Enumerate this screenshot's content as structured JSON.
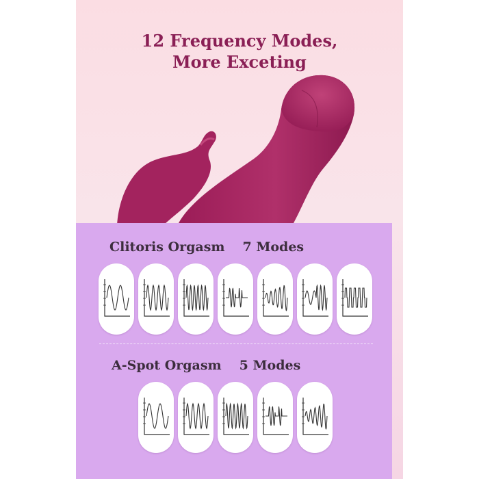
{
  "headline": {
    "line1": "12 Frequency Modes,",
    "line2": "More Exceting"
  },
  "colors": {
    "headline": "#8a1f55",
    "product": "#a8215e",
    "panel": "#d9a9ee",
    "background": "#fbdde3"
  },
  "clitoris": {
    "label": "Clitoris Orgasm",
    "count_label": "7 Modes",
    "modes": [
      {
        "pattern": "slow-wave-icon"
      },
      {
        "pattern": "medium-wave-icon"
      },
      {
        "pattern": "fast-wave-icon"
      },
      {
        "pattern": "pulse-burst-icon"
      },
      {
        "pattern": "varying-wave-icon"
      },
      {
        "pattern": "mixed-wave-icon"
      },
      {
        "pattern": "square-pulse-icon"
      }
    ]
  },
  "aspot": {
    "label": "A-Spot Orgasm",
    "count_label": "5 Modes",
    "modes": [
      {
        "pattern": "slow-wave-icon"
      },
      {
        "pattern": "medium-wave-icon"
      },
      {
        "pattern": "fast-wave-icon"
      },
      {
        "pattern": "pulse-burst-icon"
      },
      {
        "pattern": "varying-wave-icon"
      }
    ]
  }
}
